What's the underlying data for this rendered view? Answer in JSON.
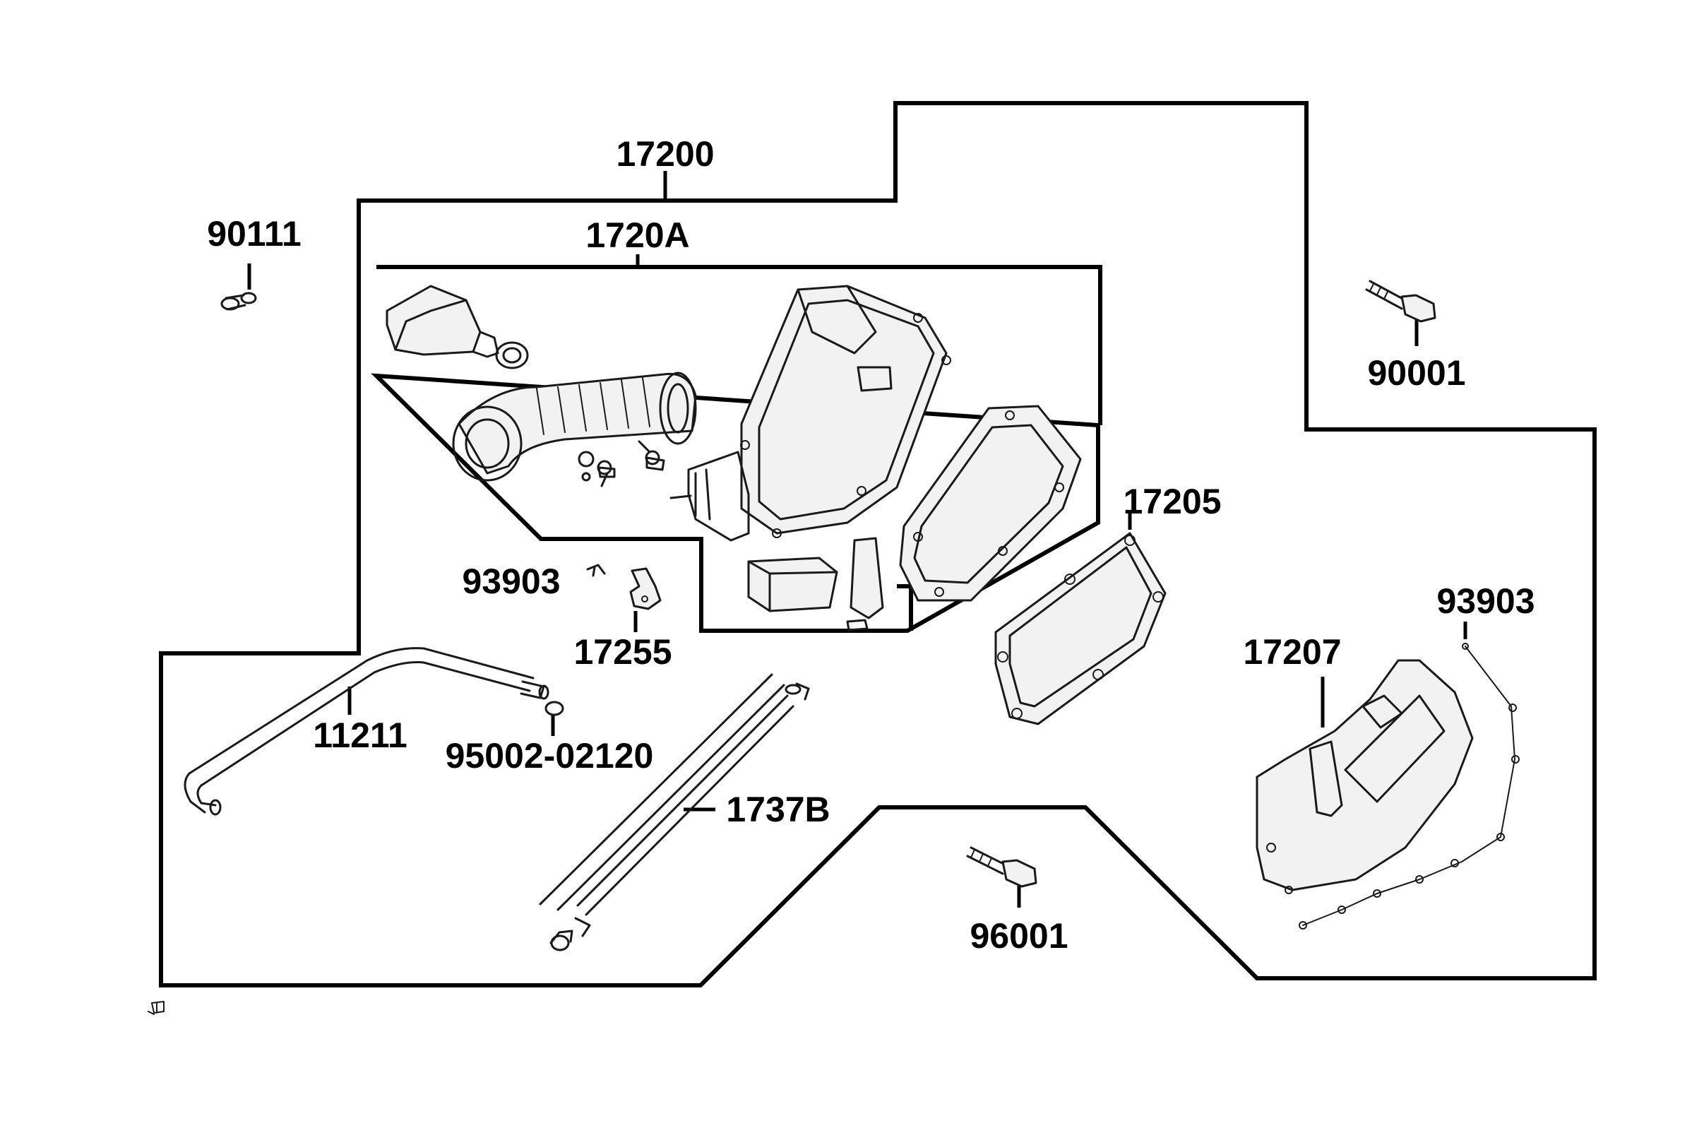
{
  "diagram": {
    "labels": {
      "assembly": "17200",
      "element_assy": "1720A",
      "bolt_top_left": "90111",
      "bolt_right": "90001",
      "cover_gasket": "17205",
      "clip_left": "93903",
      "bracket": "17255",
      "hose": "11211",
      "hose_clip": "95002-02120",
      "drain_tube": "1737B",
      "cover": "17207",
      "clip_right": "93903",
      "bolt_bottom": "96001"
    }
  }
}
